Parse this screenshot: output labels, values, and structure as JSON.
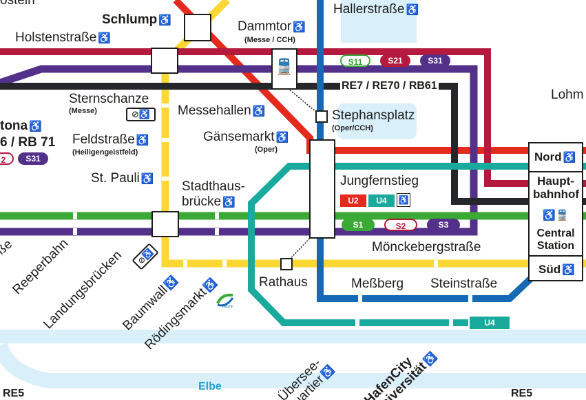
{
  "colors": {
    "s11_green": "#3aa935",
    "s21_red": "#b5193e",
    "s31_purple": "#53318b",
    "re_black": "#25272b",
    "u1_blue": "#1769b6",
    "u2_red": "#e4291d",
    "u3_yellow": "#fdd835",
    "u4_teal": "#1aaa9d",
    "elbe_light": "#d9f0fb"
  },
  "stations": {
    "altona_partial": "tona",
    "holstenstrasse": "Holstenstraße",
    "schlump": "Schlump",
    "dammtor": "Dammtor",
    "dammtor_sub": "(Messe / CCH)",
    "hallerstrasse": "Hallerstraße",
    "sternschanze": "Sternschanze",
    "sternschanze_sub": "(Messe)",
    "messehallen": "Messehallen",
    "stephansplatz": "Stephansplatz",
    "stephansplatz_sub": "(Oper/CCH)",
    "feldstrasse": "Feldstraße",
    "feldstrasse_sub": "(Heiligengeistfeld)",
    "gaensemarkt": "Gänsemarkt",
    "gaensemarkt_sub": "(Oper)",
    "lohmuehlen_partial": "Lohm",
    "st_pauli": "St. Pauli",
    "stadthausbruecke_1": "Stadthaus-",
    "stadthausbruecke_2": "brücke",
    "jungfernstieg": "Jungfernstieg",
    "hbf_nord": "Nord",
    "hbf_1": "Haupt-",
    "hbf_2": "bahnhof",
    "central_1": "Central",
    "central_2": "Station",
    "hbf_sued": "Süd",
    "moenckebergstrasse": "Mönckebergstraße",
    "rathaus": "Rathaus",
    "messberg": "Meßberg",
    "steinstrasse": "Steinstraße",
    "reeperbahn": "Reeperbahn",
    "landungsbruecken": "Landungsbrücken",
    "baumwall": "Baumwall",
    "roedingsmarkt": "Rödingsmarkt",
    "ueberseequartier_1": "Übersee-",
    "ueberseequartier_2": "quartier",
    "hafencity_1": "HafenCity",
    "hafencity_2": "Universität",
    "partial_left": "ße",
    "partial_top": "ostein"
  },
  "lines": {
    "s11": "S11",
    "s21": "S21",
    "s31": "S31",
    "s1": "S1",
    "s2": "S2",
    "s3": "S3",
    "u2": "U2",
    "u4": "U4",
    "u4_end": "U4",
    "re_main": "RE7 / RE70 / RB61",
    "re_altona": "6 / RB 71",
    "s2_partial": "2",
    "s31_altona": "S31",
    "re5_left": "RE5",
    "re5_right": "RE5"
  },
  "labels": {
    "elbe": "Elbe",
    "switch_logo": "switchh"
  },
  "icons": {
    "accessible": "wheelchair-icon",
    "ferry": "ferry-icon",
    "train": "train-icon"
  }
}
